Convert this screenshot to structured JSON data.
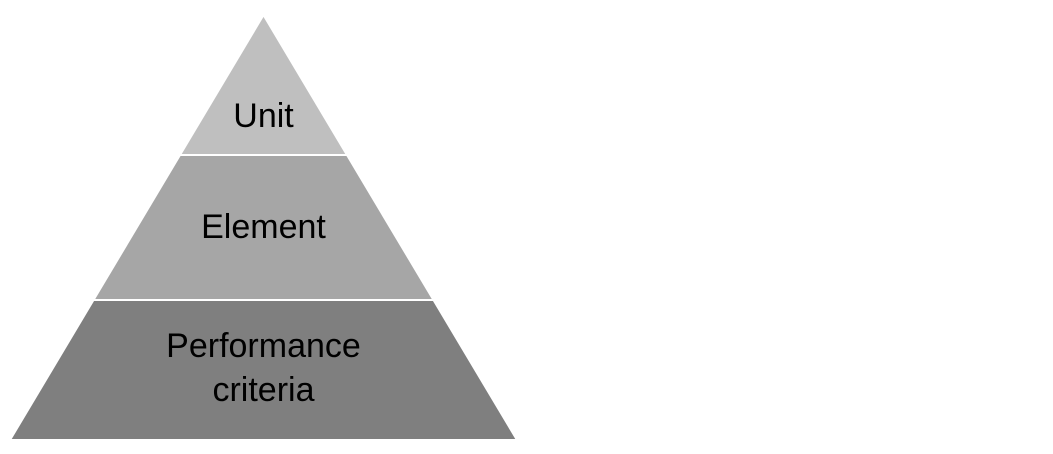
{
  "diagram": {
    "type": "pyramid",
    "background_color": "#FFFFFF",
    "separator_color": "#FFFFFF",
    "text_color": "#000000",
    "levels": [
      {
        "label": "Unit",
        "fill": "#BFBFBF",
        "lines": [
          "Unit"
        ]
      },
      {
        "label": "Element",
        "fill": "#A6A6A6",
        "lines": [
          "Element"
        ]
      },
      {
        "label": "Performance criteria",
        "fill": "#7F7F7F",
        "lines": [
          "Performance",
          "criteria"
        ]
      }
    ]
  }
}
